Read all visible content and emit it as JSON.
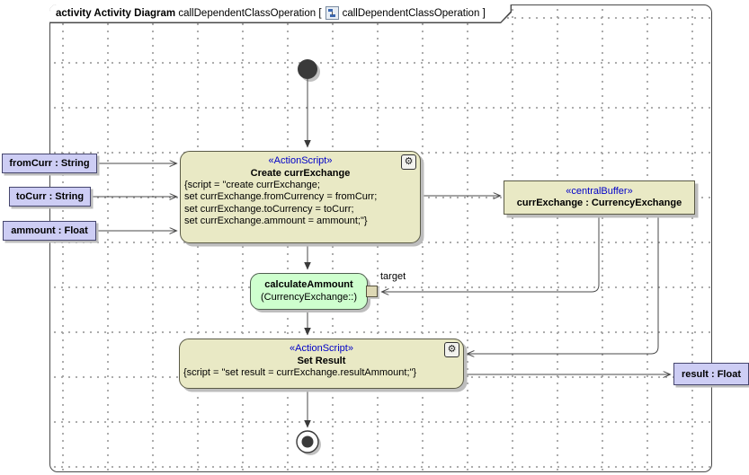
{
  "header": {
    "keyword": "activity Activity Diagram",
    "name": "callDependentClassOperation",
    "open_bracket": "[",
    "ref_name": "callDependentClassOperation",
    "close_bracket": "]"
  },
  "nodes": {
    "create_action": {
      "stereotype": "«ActionScript»",
      "name": "Create currExchange",
      "script_lines": [
        "{script = \"create currExchange;",
        "set currExchange.fromCurrency = fromCurr;",
        "set currExchange.toCurrency = toCurr;",
        "set currExchange.ammount = ammount;\"}"
      ]
    },
    "central_buffer": {
      "stereotype": "«centralBuffer»",
      "name": "currExchange : CurrencyExchange"
    },
    "call_operation": {
      "name": "calculateAmmount",
      "qualifier": "(CurrencyExchange::)",
      "pin_label": "target"
    },
    "set_result_action": {
      "stereotype": "«ActionScript»",
      "name": "Set Result",
      "script_lines": [
        "{script = \"set result = currExchange.resultAmmount;\"}"
      ]
    },
    "input_params": [
      {
        "label": "fromCurr : String"
      },
      {
        "label": "toCurr : String"
      },
      {
        "label": "ammount : Float"
      }
    ],
    "output_param": {
      "label": "result : Float"
    }
  },
  "icons": {
    "gear_icon": "⚙",
    "diagram_icon": "activity-diagram-thumbnail"
  },
  "colors": {
    "action_fill": "#e9e9c5",
    "call_fill": "#ceffce",
    "param_fill": "#cdcdf4",
    "pin_fill": "#ddd8b4",
    "stereotype_text": "#0000c8",
    "line": "#4a4a4a"
  }
}
